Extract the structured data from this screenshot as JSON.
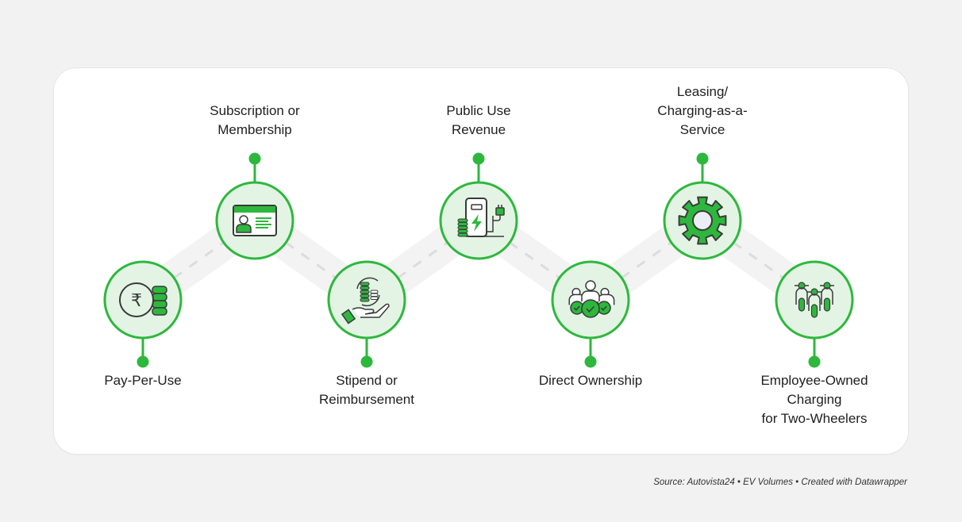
{
  "diagram": {
    "colors": {
      "accent": "#2db83d",
      "circle_fill": "#e3f4e4",
      "icon_dark": "#3a3a3a",
      "path_band": "#f3f3f3",
      "dash": "#dcdcdc"
    },
    "steps": [
      {
        "label": "Pay-Per-Use",
        "icon": "rupee-coins-icon",
        "position": "low"
      },
      {
        "label": "Subscription or\nMembership",
        "icon": "membership-card-icon",
        "position": "high"
      },
      {
        "label": "Stipend or\nReimbursement",
        "icon": "hand-coins-icon",
        "position": "low"
      },
      {
        "label": "Public Use\nRevenue",
        "icon": "charging-station-icon",
        "position": "high"
      },
      {
        "label": "Direct Ownership",
        "icon": "group-check-icon",
        "position": "low"
      },
      {
        "label": "Leasing/\nCharging-as-a-\nService",
        "icon": "gear-icon",
        "position": "high"
      },
      {
        "label": "Employee-Owned\nCharging\nfor Two-Wheelers",
        "icon": "scooters-icon",
        "position": "low"
      }
    ]
  },
  "footer": {
    "source": "Source: Autovista24 • EV Volumes • Created with Datawrapper"
  }
}
